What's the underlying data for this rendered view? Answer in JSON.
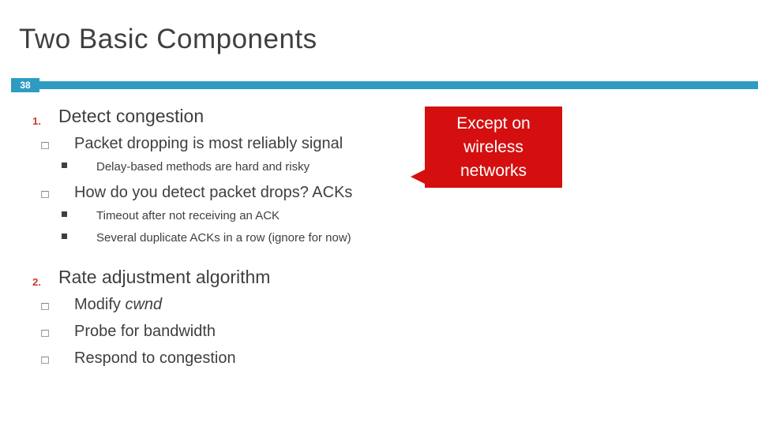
{
  "slide": {
    "title": "Two Basic Components",
    "number": "38",
    "accent_color": "#2e9bc0",
    "callout_color": "#d50f0f",
    "text_color": "#3f3f3f",
    "marker_color": "#cf3333"
  },
  "callout": {
    "line1": "Except on",
    "line2": "wireless",
    "line3": "networks"
  },
  "outline": [
    {
      "marker": "1.",
      "text": "Detect congestion",
      "children": [
        {
          "marker": "□",
          "text": "Packet dropping is most reliably signal",
          "children": [
            {
              "marker": "■",
              "text": "Delay-based methods are hard and risky"
            }
          ]
        },
        {
          "marker": "□",
          "text": "How do you detect packet drops? ACKs",
          "children": [
            {
              "marker": "■",
              "text": "Timeout after not receiving an ACK"
            },
            {
              "marker": "■",
              "text": "Several duplicate ACKs in a row (ignore for now)"
            }
          ]
        }
      ]
    },
    {
      "marker": "2.",
      "text": "Rate adjustment algorithm",
      "children": [
        {
          "marker": "□",
          "text_pre": "Modify ",
          "text_em": "cwnd",
          "text_post": ""
        },
        {
          "marker": "□",
          "text": "Probe for bandwidth"
        },
        {
          "marker": "□",
          "text": "Respond to congestion"
        }
      ]
    }
  ]
}
